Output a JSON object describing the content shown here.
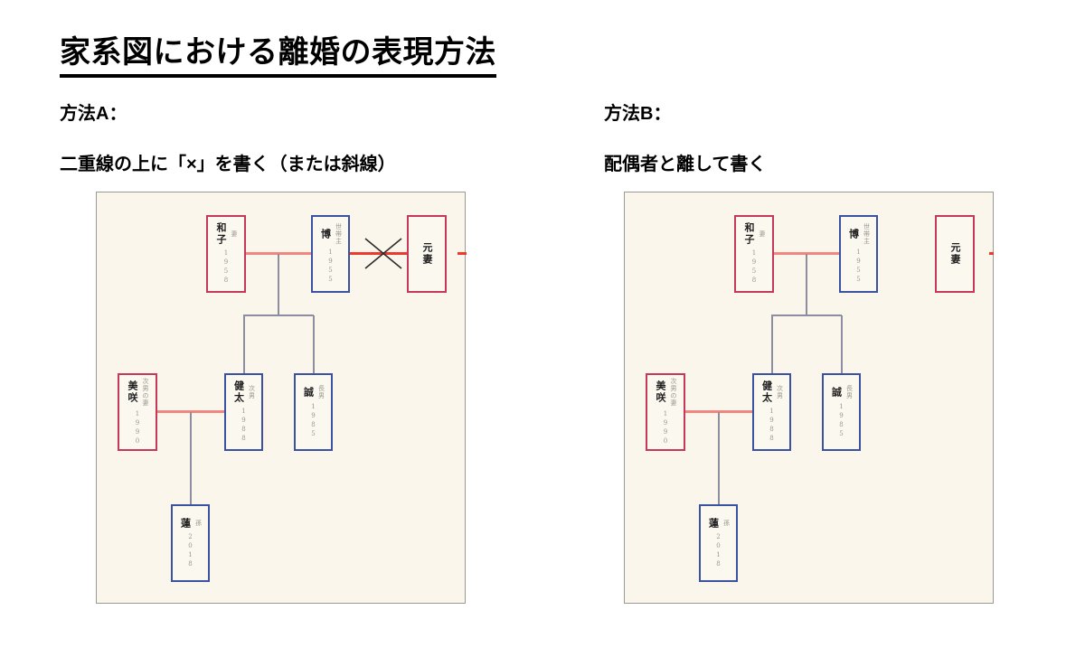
{
  "page": {
    "title": "家系図における離婚の表現方法"
  },
  "method_a": {
    "label": "方法A：",
    "description": "二重線の上に「×」を書く（または斜線）"
  },
  "method_b": {
    "label": "方法B：",
    "description": "配偶者と離して書く"
  },
  "persons": {
    "kazuko": {
      "name": "和子",
      "role": "妻",
      "year": "1958"
    },
    "hiroshi": {
      "name": "博",
      "role": "世帯主",
      "year": "1955"
    },
    "exwife": {
      "name": "元妻",
      "role": "",
      "year": ""
    },
    "misaki": {
      "name": "美咲",
      "role": "次男の妻",
      "year": "1990"
    },
    "kenta": {
      "name": "健太",
      "role": "次男",
      "year": "1988"
    },
    "makoto": {
      "name": "誠",
      "role": "長男",
      "year": "1985"
    },
    "ren": {
      "name": "蓮",
      "role": "孫",
      "year": "2018"
    }
  },
  "colors": {
    "female_border": "#c5385a",
    "male_border": "#3b51a2",
    "marriage_line": "#f0867d",
    "divorce_line": "#ee392e",
    "family_line": "#8b8e9e",
    "panel_bg": "#faf6eb",
    "x_mark": "#2b2b2b"
  }
}
